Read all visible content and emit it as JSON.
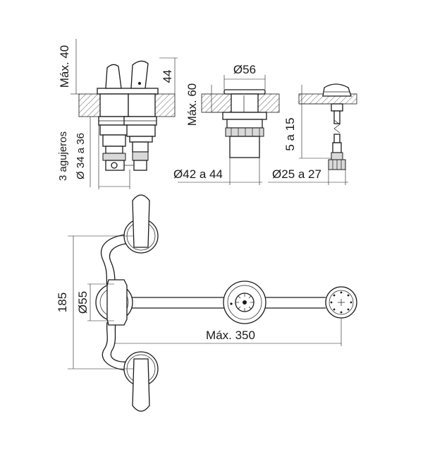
{
  "labels": {
    "max_height": "Máx. 40",
    "handle_height": "44",
    "drain_diameter": "Ø56",
    "drain_depth": "Máx. 60",
    "holes_line1": "3 agujeros",
    "holes_line2": "Ø 34 a 36",
    "drain_body": "Ø42 a 44",
    "adjust_range": "5 a 15",
    "actuator_diameter": "Ø25 a 27",
    "overall_height": "185",
    "handle_diameter": "Ø55",
    "max_length": "Máx. 350"
  },
  "colors": {
    "line": "#1a1a1a",
    "hatch": "#1a1a1a",
    "background": "#ffffff"
  }
}
